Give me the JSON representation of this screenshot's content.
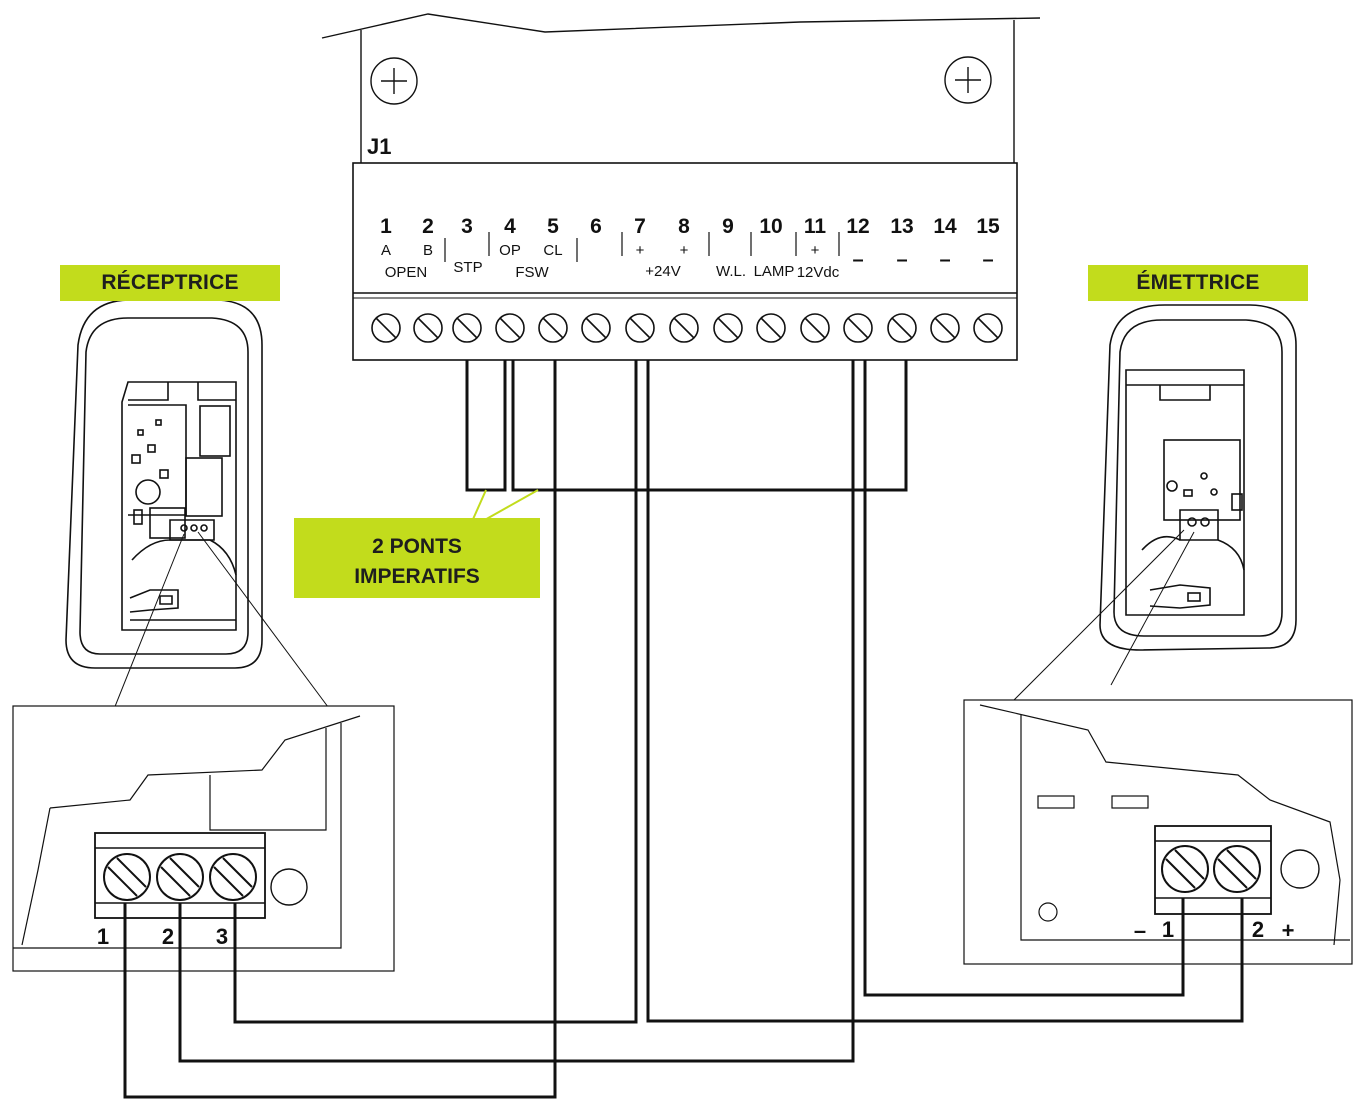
{
  "controller": {
    "connector": "J1",
    "terminals": [
      {
        "num": "1",
        "sign": "A"
      },
      {
        "num": "2",
        "sign": "B"
      },
      {
        "num": "3",
        "sign": ""
      },
      {
        "num": "4",
        "sign": "OP"
      },
      {
        "num": "5",
        "sign": "CL"
      },
      {
        "num": "6",
        "sign": ""
      },
      {
        "num": "7",
        "sign": "+"
      },
      {
        "num": "8",
        "sign": "+"
      },
      {
        "num": "9",
        "sign": ""
      },
      {
        "num": "10",
        "sign": ""
      },
      {
        "num": "11",
        "sign": "+"
      },
      {
        "num": "12",
        "sign": "–"
      },
      {
        "num": "13",
        "sign": "–"
      },
      {
        "num": "14",
        "sign": "–"
      },
      {
        "num": "15",
        "sign": "–"
      }
    ],
    "groups": {
      "open": "OPEN",
      "stp": "STP",
      "fsw": "FSW",
      "v24": "+24V",
      "wl": "W.L.",
      "lamp": "LAMP",
      "v12": "12Vdc"
    }
  },
  "receiver": {
    "title": "RÉCEPTRICE",
    "terminals": [
      "1",
      "2",
      "3"
    ]
  },
  "transmitter": {
    "title": "ÉMETTRICE",
    "minus_sign": "–",
    "plus_sign": "+",
    "terminals": [
      "1",
      "2"
    ]
  },
  "bridge_note": {
    "line1": "2 PONTS",
    "line2": "IMPERATIFS"
  },
  "colors": {
    "accent": "#c2dc1c",
    "ink": "#111111"
  }
}
